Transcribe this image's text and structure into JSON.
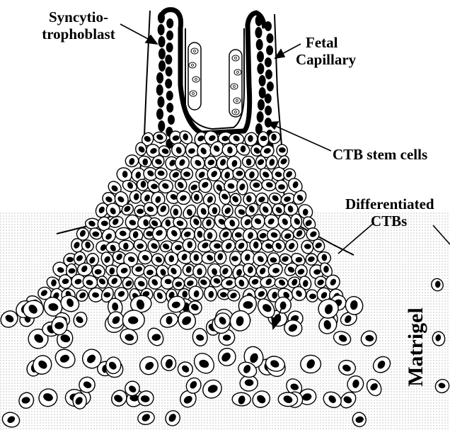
{
  "labels": {
    "syncytiotrophoblast": [
      "Syncytio-",
      "trophoblast"
    ],
    "fetal_capillary": [
      "Fetal",
      "Capillary"
    ],
    "ctb_stem_cells": "CTB stem cells",
    "differentiated_ctbs": [
      "Differentiated",
      "CTBs"
    ],
    "matrigel": "Matrigel"
  },
  "colors": {
    "ink": "#000000",
    "cell_fill": "#ffffff",
    "matrigel_dots": "#9a9a9a"
  }
}
